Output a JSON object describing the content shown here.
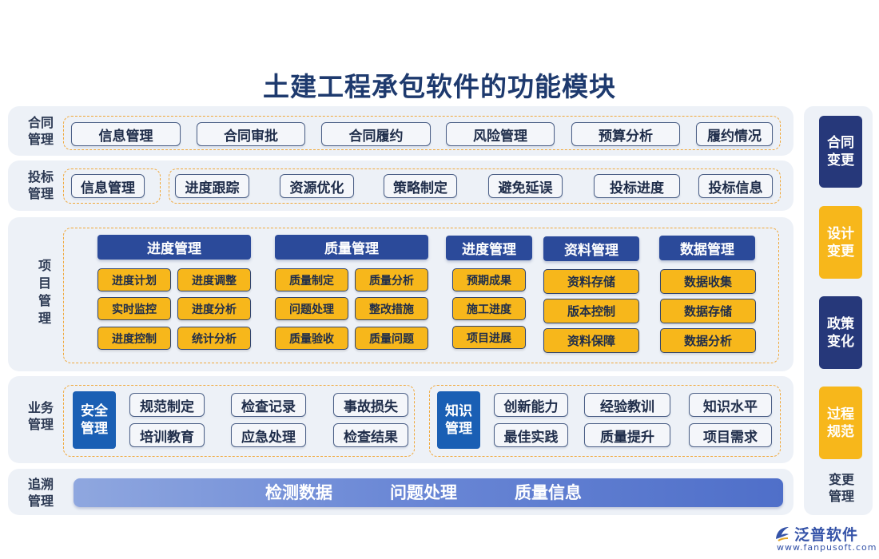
{
  "title": "土建工程承包软件的功能模块",
  "rows": {
    "contract": {
      "label_l1": "合同",
      "label_l2": "管理",
      "items": [
        "信息管理",
        "合同审批",
        "合同履约",
        "风险管理",
        "预算分析",
        "履约情况"
      ]
    },
    "bidding": {
      "label_l1": "投标",
      "label_l2": "管理",
      "first": "信息管理",
      "items": [
        "进度跟踪",
        "资源优化",
        "策略制定",
        "避免延误",
        "投标进度",
        "投标信息"
      ]
    },
    "project": {
      "label_chars": [
        "项",
        "目",
        "管",
        "理"
      ],
      "groups": [
        {
          "header": "进度管理",
          "items": [
            "进度计划",
            "进度调整",
            "实时监控",
            "进度分析",
            "进度控制",
            "统计分析"
          ]
        },
        {
          "header": "质量管理",
          "items": [
            "质量制定",
            "质量分析",
            "问题处理",
            "整改措施",
            "质量验收",
            "质量问题"
          ]
        },
        {
          "header": "进度管理",
          "items": [
            "预期成果",
            "施工进度",
            "项目进展"
          ]
        },
        {
          "header": "资料管理",
          "items": [
            "资料存储",
            "版本控制",
            "资料保障"
          ]
        },
        {
          "header": "数据管理",
          "items": [
            "数据收集",
            "数据存储",
            "数据分析"
          ]
        }
      ]
    },
    "business": {
      "label_l1": "业务",
      "label_l2": "管理",
      "safety": {
        "l1": "安全",
        "l2": "管理",
        "items": [
          "规范制定",
          "检查记录",
          "事故损失",
          "培训教育",
          "应急处理",
          "检查结果"
        ]
      },
      "knowledge": {
        "l1": "知识",
        "l2": "管理",
        "items": [
          "创新能力",
          "经验教训",
          "知识水平",
          "最佳实践",
          "质量提升",
          "项目需求"
        ]
      }
    },
    "trace": {
      "label_l1": "追溯",
      "label_l2": "管理",
      "items": [
        "检测数据",
        "问题处理",
        "质量信息"
      ]
    }
  },
  "side": {
    "boxes": [
      {
        "l1": "合同",
        "l2": "变更",
        "color": "#26387a"
      },
      {
        "l1": "设计",
        "l2": "变更",
        "color": "#f7b71b"
      },
      {
        "l1": "政策",
        "l2": "变化",
        "color": "#26387a"
      },
      {
        "l1": "过程",
        "l2": "规范",
        "color": "#f7b71b"
      }
    ],
    "footer_l1": "变更",
    "footer_l2": "管理"
  },
  "logo": {
    "name": "泛普软件",
    "url": "www.fanpusoft.com"
  },
  "colors": {
    "navy": "#2b4a9a",
    "yellow": "#f7b71b",
    "panel": "#edf1f7",
    "dash": "#f0a83a",
    "blue_square": "#1a5fb4"
  }
}
